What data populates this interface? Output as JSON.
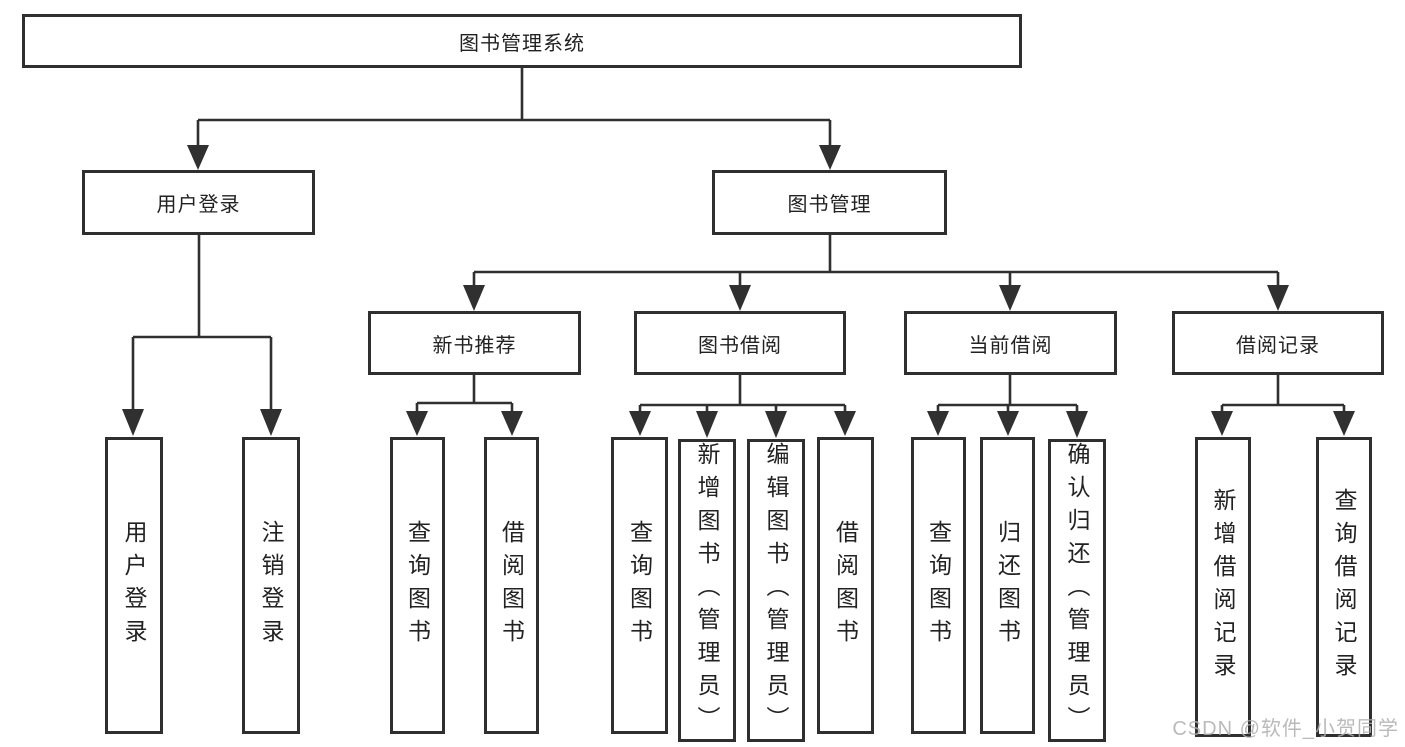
{
  "diagram": {
    "root": {
      "label": "图书管理系统"
    },
    "level2": {
      "user_login": {
        "label": "用户登录"
      },
      "book_management": {
        "label": "图书管理"
      }
    },
    "level3": {
      "new_book_recommend": {
        "label": "新书推荐"
      },
      "book_borrow": {
        "label": "图书借阅"
      },
      "current_borrow": {
        "label": "当前借阅"
      },
      "borrow_records": {
        "label": "借阅记录"
      }
    },
    "leaves": {
      "user_login": [
        "用户登录",
        "注销登录"
      ],
      "new_book_recommend": [
        "查询图书",
        "借阅图书"
      ],
      "book_borrow": [
        "查询图书",
        "新增图书（管理员）",
        "编辑图书（管理员）",
        "借阅图书"
      ],
      "current_borrow": [
        "查询图书",
        "归还图书",
        "确认归还（管理员）"
      ],
      "borrow_records": [
        "新增借阅记录",
        "查询借阅记录"
      ]
    },
    "line_color": "#303030"
  },
  "watermark": {
    "text": "CSDN @软件_小贺同学"
  }
}
